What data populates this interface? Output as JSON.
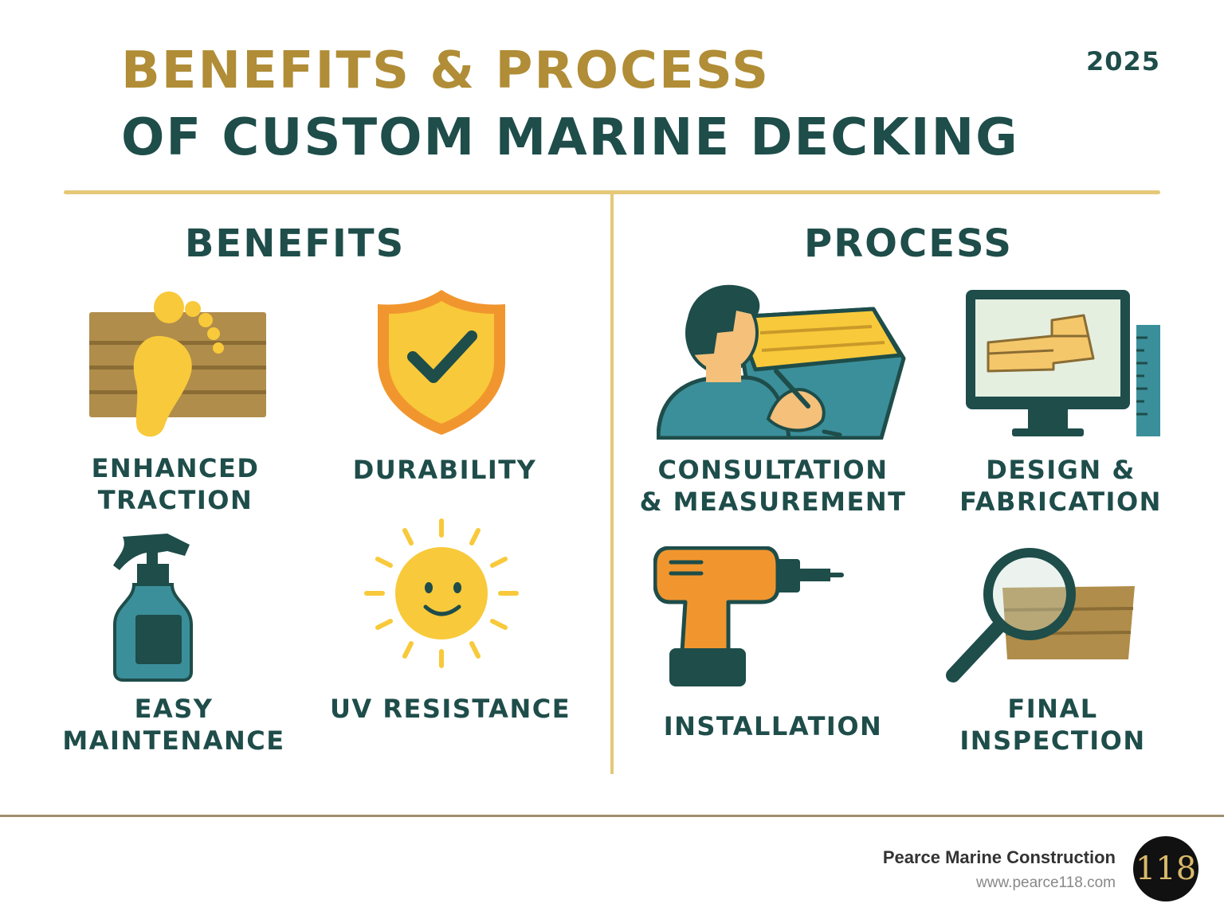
{
  "header": {
    "title_line1": "BENEFITS & PROCESS",
    "title_line2": "OF CUSTOM MARINE DECKING",
    "year": "2025"
  },
  "benefits": {
    "heading": "BENEFITS",
    "items": [
      {
        "line1": "ENHANCED",
        "line2": "TRACTION",
        "icon": "footprint-on-deck-icon"
      },
      {
        "line1": "DURABILITY",
        "icon": "shield-check-icon"
      },
      {
        "line1": "EASY",
        "line2": "MAINTENANCE",
        "icon": "spray-bottle-icon"
      },
      {
        "line1": "UV RESISTANCE",
        "icon": "smiling-sun-icon"
      }
    ]
  },
  "process": {
    "heading": "PROCESS",
    "items": [
      {
        "line1": "CONSULTATION",
        "line2": "& MEASUREMENT",
        "icon": "person-measuring-boat-icon"
      },
      {
        "line1": "DESIGN &",
        "line2": "FABRICATION",
        "icon": "computer-design-icon"
      },
      {
        "line1": "INSTALLATION",
        "icon": "power-drill-icon"
      },
      {
        "line1": "FINAL",
        "line2": "INSPECTION",
        "icon": "magnifier-inspection-icon"
      }
    ]
  },
  "footer": {
    "company": "Pearce Marine Construction",
    "url": "www.pearce118.com",
    "logo_text": "118"
  },
  "colors": {
    "title_gold": "#B08D36",
    "dark_teal": "#1E4D4A",
    "divider_gold": "#E5C878",
    "wood": "#B08D4A",
    "yellow": "#F8C93A",
    "orange": "#F1962E",
    "teal": "#3B8F9A"
  }
}
